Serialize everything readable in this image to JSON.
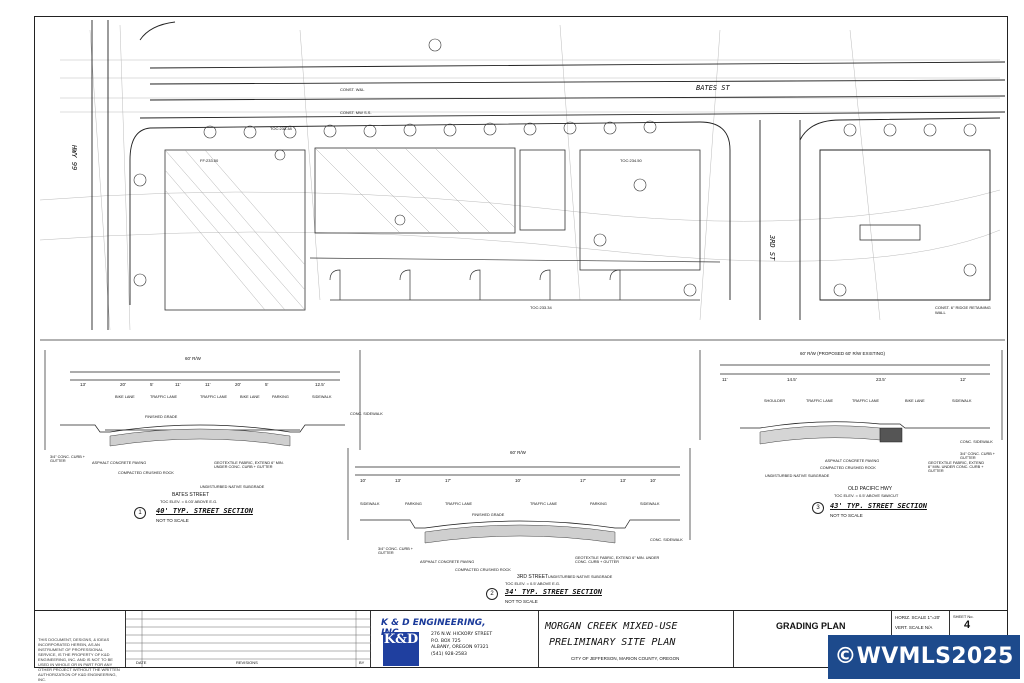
{
  "site": {
    "streets": [
      "BATES ST",
      "HWY 99",
      "3RD ST"
    ],
    "labels": [
      "CONST. W&L",
      "CONST. MW S.S.",
      "TOC:233.38",
      "FF:233.50",
      "TOC:234.50",
      "TOC:233.34",
      "CONST. 6\" RIDGE RETAINING WALL"
    ]
  },
  "sections": [
    {
      "name": "BATES STREET",
      "note": "TOC ELEV. = 0.03' ABOVE E.G.",
      "title": "40' TYP. STREET SECTION",
      "scale": "NOT TO SCALE",
      "num": "1",
      "row": "60' R/W",
      "dims": [
        "13'",
        "20'",
        "5'",
        "11'",
        "11'",
        "20'",
        "5'",
        "12.5'"
      ],
      "lanes": [
        "BIKE LANE",
        "TRAFFIC LANE",
        "TRAFFIC LANE",
        "BIKE LANE",
        "PARKING",
        "SIDEWALK"
      ],
      "notes": [
        "FINISHED GRADE",
        "CONC. SIDEWALK",
        "3/4\" CONC. CURB + GUTTER",
        "ASPHALT CONCRETE PAVING",
        "COMPACTED CRUSHED ROCK",
        "GEOTEXTILE FABRIC, EXTEND 6\" MIN. UNDER CONC. CURB + GUTTER",
        "UNDISTURBED NATIVE SUBGRADE"
      ]
    },
    {
      "name": "3RD STREET",
      "note": "TOC ELEV. = 0.5' ABOVE E.G.",
      "title": "34' TYP. STREET SECTION",
      "scale": "NOT TO SCALE",
      "num": "2",
      "row": "60' R/W",
      "dims": [
        "10'",
        "13'",
        "17'",
        "10'",
        "17'",
        "13'",
        "10'"
      ],
      "lanes": [
        "SIDEWALK",
        "PARKING",
        "TRAFFIC LANE",
        "TRAFFIC LANE",
        "PARKING",
        "SIDEWALK"
      ],
      "notes": [
        "FINISHED GRADE",
        "CONC. SIDEWALK",
        "3/4\" CONC. CURB + GUTTER",
        "ASPHALT CONCRETE PAVING",
        "COMPACTED CRUSHED ROCK",
        "GEOTEXTILE FABRIC, EXTEND 6\" MIN. UNDER CONC. CURB + GUTTER",
        "UNDISTURBED NATIVE SUBGRADE"
      ]
    },
    {
      "name": "OLD PACIFIC HWY",
      "note": "TOC ELEV. = 0.5' ABOVE SAWCUT",
      "title": "43' TYP. STREET SECTION",
      "scale": "NOT TO SCALE",
      "num": "3",
      "row": "60' R/W (PROPOSED 60' R/W EXISTING)",
      "dims": [
        "11'",
        "14.5'",
        "23.5'",
        "12'"
      ],
      "lanes": [
        "SHOULDER",
        "TRAFFIC LANE",
        "TRAFFIC LANE",
        "BIKE LANE",
        "SIDEWALK"
      ],
      "notes": [
        "CONC. SIDEWALK",
        "3/4\" CONC. CURB + GUTTER",
        "ASPHALT CONCRETE PAVING",
        "COMPACTED CRUSHED ROCK",
        "GEOTEXTILE FABRIC, EXTEND 6\" MIN. UNDER CONC. CURB + GUTTER",
        "UNDISTURBED NATIVE SUBGRADE"
      ]
    }
  ],
  "titleblock": {
    "disclaimer": "THIS DOCUMENT, DESIGNS, & IDEAS INCORPORATED HEREIN, AS AN INSTRUMENT OF PROFESSIONAL SERVICE, IS THE PROPERTY OF K&D ENGINEERING, INC. AND IS NOT TO BE USED IN WHOLE OR IN PART FOR ANY OTHER PROJECT WITHOUT THE WRITTEN AUTHORIZATION OF K&D ENGINEERING, INC.",
    "date_label": "DATE",
    "revisions_label": "REVISIONS",
    "by_label": "BY",
    "company": "K & D ENGINEERING, INC.",
    "logo": "K&D",
    "address": [
      "276 N.W. HICKORY STREET",
      "P.O. BOX 725",
      "ALBANY, OREGON 97321",
      "(541) 928-2583"
    ],
    "project_line1": "MORGAN CREEK MIXED-USE",
    "project_line2": "PRELIMINARY SITE PLAN",
    "location": "CITY OF JEFFERSON, MARION COUNTY, OREGON",
    "sheet_title": "GRADING PLAN",
    "horiz_scale": "HORIZ. SCALE 1\"=20'",
    "vert_scale": "VERT. SCALE N/A",
    "sheet_no_label": "SHEET No.",
    "sheet_no": "4"
  },
  "watermark": "©WVMLS2025"
}
